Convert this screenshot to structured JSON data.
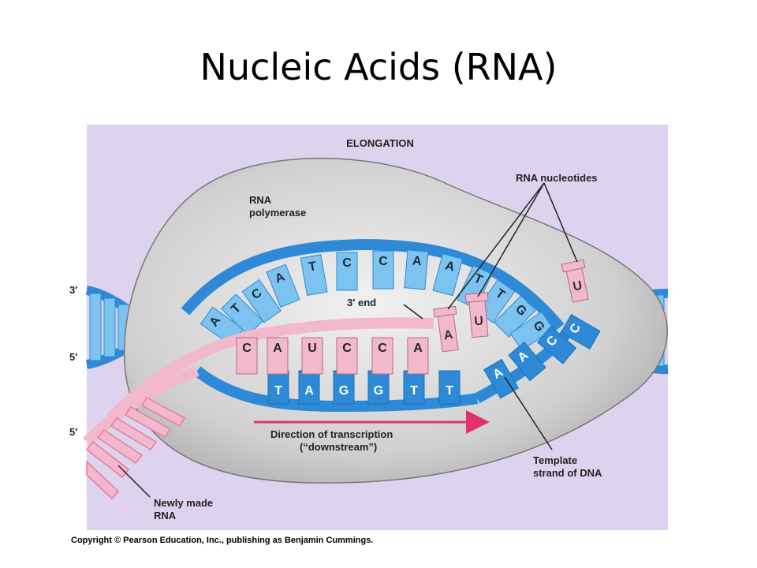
{
  "slide": {
    "title": "Nucleic Acids (RNA)"
  },
  "diagram": {
    "heading": "ELONGATION",
    "labels": {
      "rna_polymerase_line1": "RNA",
      "rna_polymerase_line2": "polymerase",
      "rna_nucleotides": "RNA nucleotides",
      "three_prime_end": "3′ end",
      "direction_line1": "Direction of transcription",
      "direction_line2": "(“downstream”)",
      "template_line1": "Template",
      "template_line2": "strand of DNA",
      "newly_made_line1": "Newly made",
      "newly_made_line2": "RNA"
    },
    "strand_ends": {
      "top_left": "3′",
      "middle_left": "5′",
      "bottom_left": "5′"
    },
    "coding_strand_bases": [
      "A",
      "T",
      "C",
      "A",
      "T",
      "C",
      "C",
      "A",
      "A",
      "T",
      "T",
      "G",
      "G"
    ],
    "rna_bases": [
      "C",
      "A",
      "U",
      "C",
      "C",
      "A"
    ],
    "template_bases": [
      "T",
      "A",
      "G",
      "G",
      "T",
      "T"
    ],
    "template_bases_open": [
      "A",
      "A",
      "C",
      "C"
    ],
    "incoming_nucleotides": [
      "A",
      "U",
      "U"
    ],
    "colors": {
      "background": "#ddd3ee",
      "polymerase": "#d3d3d3",
      "dna_dark": "#2e8ad6",
      "dna_light": "#7cc3f0",
      "rna": "#f2b8cb",
      "rna_dark": "#e97aa0",
      "arrow": "#e0336e"
    }
  },
  "copyright": "Copyright © Pearson Education, Inc., publishing as Benjamin Cummings."
}
